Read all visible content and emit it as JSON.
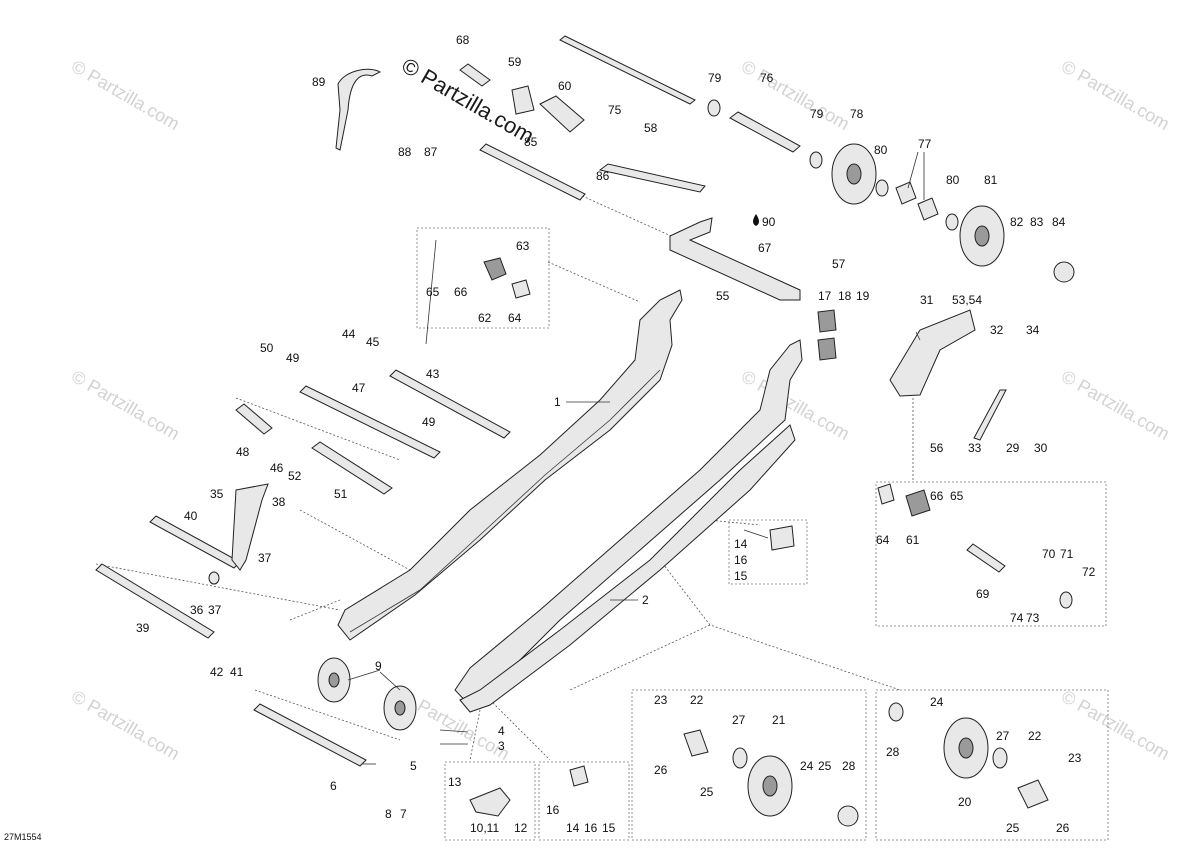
{
  "watermark": {
    "brand": "© Partzilla.com",
    "small": "© Partzilla.com"
  },
  "diagram_code": "27M1554",
  "callouts": {
    "c1": "1",
    "c2": "2",
    "c3": "3",
    "c4": "4",
    "c5": "5",
    "c6": "6",
    "c7": "7",
    "c8": "8",
    "c9": "9",
    "c10_11": "10,11",
    "c12": "12",
    "c13": "13",
    "c14a": "14",
    "c14b": "14",
    "c15a": "15",
    "c15b": "15",
    "c16a": "16",
    "c16b": "16",
    "c16c": "16",
    "c17": "17",
    "c18": "18",
    "c19": "19",
    "c20": "20",
    "c21": "21",
    "c22a": "22",
    "c22b": "22",
    "c23a": "23",
    "c23b": "23",
    "c24a": "24",
    "c24b": "24",
    "c25a": "25",
    "c25b": "25",
    "c25c": "25",
    "c26a": "26",
    "c26b": "26",
    "c27a": "27",
    "c27b": "27",
    "c28a": "28",
    "c28b": "28",
    "c29": "29",
    "c30": "30",
    "c31": "31",
    "c32": "32",
    "c33": "33",
    "c34": "34",
    "c35": "35",
    "c36": "36",
    "c37a": "37",
    "c37b": "37",
    "c38": "38",
    "c39": "39",
    "c40": "40",
    "c41": "41",
    "c42": "42",
    "c43": "43",
    "c44": "44",
    "c45": "45",
    "c46": "46",
    "c47": "47",
    "c48": "48",
    "c49a": "49",
    "c49b": "49",
    "c50": "50",
    "c51": "51",
    "c52": "52",
    "c53_54": "53,54",
    "c55": "55",
    "c56": "56",
    "c57": "57",
    "c58": "58",
    "c59": "59",
    "c60": "60",
    "c61": "61",
    "c62": "62",
    "c63": "63",
    "c64a": "64",
    "c64b": "64",
    "c65a": "65",
    "c65b": "65",
    "c66a": "66",
    "c66b": "66",
    "c67": "67",
    "c68": "68",
    "c69": "69",
    "c70": "70",
    "c71": "71",
    "c72": "72",
    "c73": "73",
    "c74": "74",
    "c75": "75",
    "c76": "76",
    "c77": "77",
    "c78": "78",
    "c79a": "79",
    "c79b": "79",
    "c80a": "80",
    "c80b": "80",
    "c81": "81",
    "c82": "82",
    "c83": "83",
    "c84": "84",
    "c85": "85",
    "c86": "86",
    "c87": "87",
    "c88": "88",
    "c89": "89",
    "c90": "90"
  },
  "lubricant_icon": "oil-drop-icon"
}
